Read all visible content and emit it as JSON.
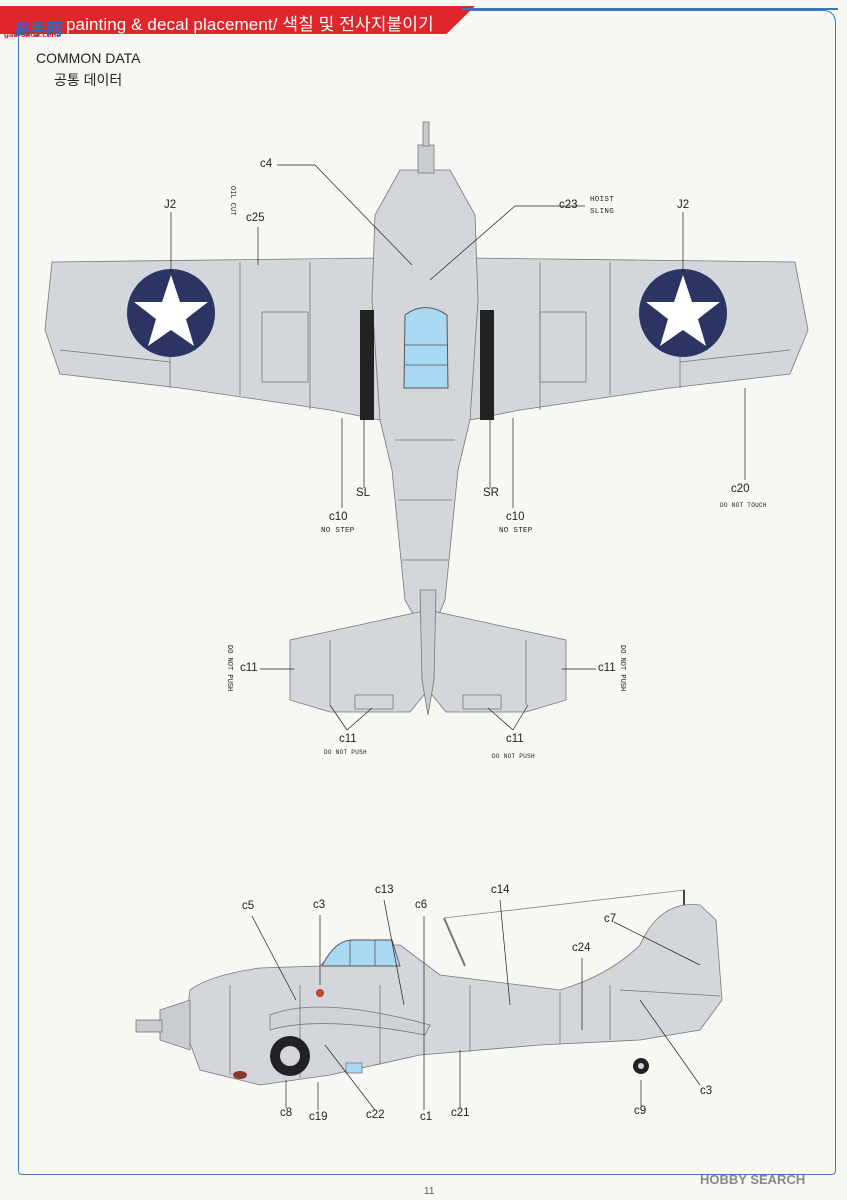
{
  "header": {
    "title": "painting & decal placement/ 색칠 및 전사지붙이기",
    "watermark": "高手网",
    "watermark_sub": "gao-shou.com"
  },
  "section": {
    "title": "COMMON DATA",
    "subtitle": "공통 데이터"
  },
  "top_view_labels": {
    "c4": "c4",
    "oil_cut": "OIL CUT",
    "c23": "c23",
    "hoist": "HOIST",
    "sling": "SLING",
    "j2_left": "J2",
    "j2_right": "J2",
    "c25": "c25",
    "sl": "SL",
    "sr": "SR",
    "c10_left": "c10",
    "c10_right": "c10",
    "no_step_left": "NO STEP",
    "no_step_right": "NO STEP",
    "c20": "c20",
    "do_not_touch": "DO NOT TOUCH",
    "c11_left": "c11",
    "c11_right": "c11",
    "c11_bl": "c11",
    "c11_br": "c11",
    "do_not_push_vl": "DO NOT PUSH",
    "do_not_push_vr": "DO NOT PUSH",
    "do_not_push_bl": "DO NOT PUSH",
    "do_not_push_br": "DO NOT PUSH"
  },
  "side_view_labels": {
    "c5": "c5",
    "c3_top": "c3",
    "c13": "c13",
    "c6": "c6",
    "c14": "c14",
    "c7": "c7",
    "c24": "c24",
    "c3_bottom": "c3",
    "c9": "c9",
    "c8": "c8",
    "c19": "c19",
    "c22": "c22",
    "c1": "c1",
    "c21": "c21"
  },
  "footer": {
    "page_number": "11",
    "brand": "HOBBY SEARCH"
  },
  "colors": {
    "accent_red": "#e0262a",
    "frame_blue": "#3b78b8",
    "aircraft_gray": "#d3d6db",
    "insignia_blue": "#2b3463",
    "canopy_blue": "#a9d8f2"
  }
}
